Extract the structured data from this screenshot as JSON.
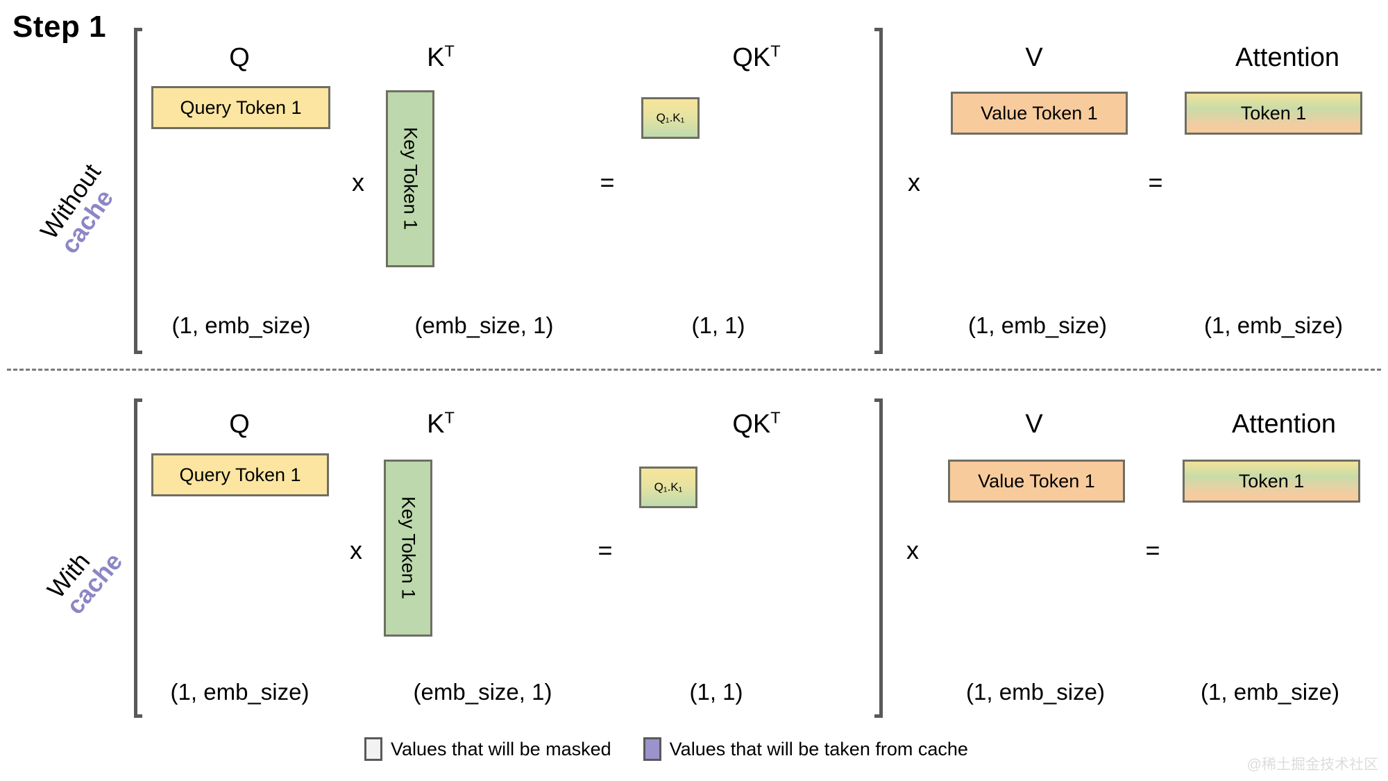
{
  "title": "Step 1",
  "rows": [
    {
      "id": "without-cache",
      "side_label": {
        "line1": "Without",
        "line2": "cache"
      },
      "left_group": {
        "headers": {
          "q": "Q",
          "k": "K",
          "k_sup": "T",
          "qk": "QK",
          "qk_sup": "T"
        },
        "q_box": "Query Token 1",
        "k_box": "Key Token 1",
        "qk_box": "Q₁.K₁",
        "op_times": "x",
        "op_equals": "=",
        "dims": {
          "q": "(1, emb_size)",
          "k": "(emb_size, 1)",
          "qk": "(1, 1)"
        }
      },
      "right_group": {
        "headers": {
          "v": "V",
          "attention": "Attention"
        },
        "v_box": "Value Token 1",
        "attention_box": "Token 1",
        "op_times": "x",
        "op_equals": "=",
        "dims": {
          "v": "(1, emb_size)",
          "attention": "(1, emb_size)"
        }
      }
    },
    {
      "id": "with-cache",
      "side_label": {
        "line1": "With",
        "line2": "cache"
      },
      "left_group": {
        "headers": {
          "q": "Q",
          "k": "K",
          "k_sup": "T",
          "qk": "QK",
          "qk_sup": "T"
        },
        "q_box": "Query Token 1",
        "k_box": "Key Token 1",
        "qk_box": "Q₁.K₁",
        "op_times": "x",
        "op_equals": "=",
        "dims": {
          "q": "(1, emb_size)",
          "k": "(emb_size, 1)",
          "qk": "(1, 1)"
        }
      },
      "right_group": {
        "headers": {
          "v": "V",
          "attention": "Attention"
        },
        "v_box": "Value Token 1",
        "attention_box": "Token 1",
        "op_times": "x",
        "op_equals": "=",
        "dims": {
          "v": "(1, emb_size)",
          "attention": "(1, emb_size)"
        }
      }
    }
  ],
  "legend": [
    {
      "key": "masked",
      "label": "Values that will be masked",
      "color": "#F2F2F2"
    },
    {
      "key": "cached",
      "label": "Values that will be taken from cache",
      "color": "#9B93CC"
    }
  ],
  "watermark": "@稀土掘金技术社区",
  "colors": {
    "query": "#FBE5A0",
    "key": "#BCD8AC",
    "value": "#F8CB9C",
    "accent_purple": "#8C86C6",
    "box_border": "#6E6E63",
    "bracket": "#595959"
  }
}
